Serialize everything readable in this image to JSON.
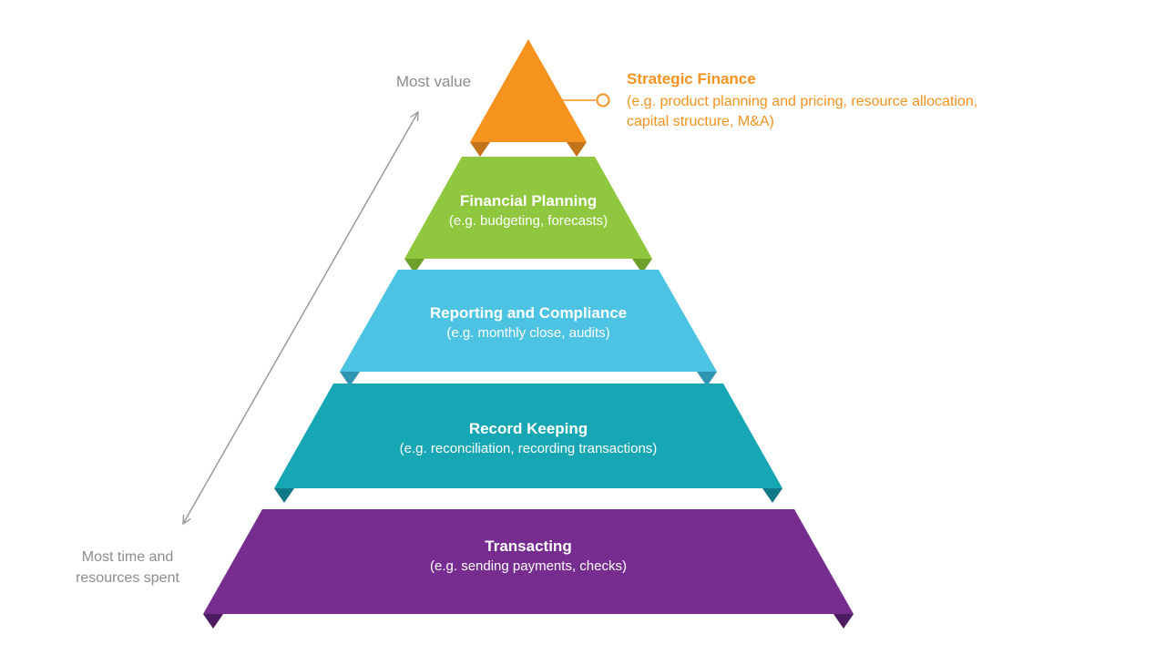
{
  "diagram_type": "finance-function-pyramid",
  "arrow_labels": {
    "top": "Most value",
    "bottom_lines": [
      "Most time and",
      "resources spent"
    ]
  },
  "levels": [
    {
      "title": "Strategic Finance",
      "subtitle_lines": [
        "(e.g. product planning and pricing, resource allocation,",
        "capital structure, M&A)"
      ],
      "color": "#F6921E",
      "fold_color": "#C4731A",
      "label_placement": "external-callout"
    },
    {
      "title": "Financial Planning",
      "subtitle_lines": [
        "(e.g. budgeting, forecasts)"
      ],
      "color": "#8FC73E",
      "fold_color": "#6FA02C",
      "label_placement": "inside"
    },
    {
      "title": "Reporting and Compliance",
      "subtitle_lines": [
        "(e.g. monthly close, audits)"
      ],
      "color": "#4DC3E3",
      "fold_color": "#2F95B0",
      "label_placement": "inside"
    },
    {
      "title": "Record Keeping",
      "subtitle_lines": [
        "(e.g. reconciliation, recording transactions)"
      ],
      "color": "#17A6B4",
      "fold_color": "#0D7A86",
      "label_placement": "inside"
    },
    {
      "title": "Transacting",
      "subtitle_lines": [
        "(e.g. sending payments, checks)"
      ],
      "color": "#772C8F",
      "fold_color": "#4D1B5F",
      "label_placement": "inside"
    }
  ],
  "ui_colors": {
    "gray_text": "#8C8C8C",
    "arrow": "#9A9A9A",
    "callout_accent": "#F6921E",
    "background": "#FFFFFF"
  }
}
